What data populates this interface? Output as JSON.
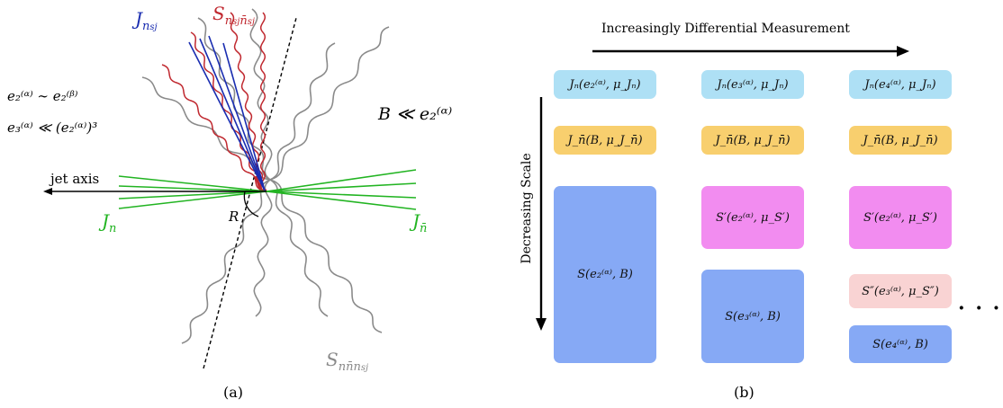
{
  "panel_a": {
    "caption": "(a)",
    "labels": {
      "J_nsj": "J",
      "J_nsj_sub": "n",
      "J_nsj_subsub": "sj",
      "S_soft": "S",
      "S_soft_sub": "n",
      "S_soft_subsub": "sj",
      "S_soft_sub2": "n̄",
      "S_soft_subsub2": "sj",
      "cond1": "e₂⁽ᵅ⁾ ∼ e₂⁽ᵝ⁾",
      "cond2": "e₃⁽ᵅ⁾ ≪ (e₂⁽ᵅ⁾)³",
      "cond_B": "B ≪ e₂⁽ᵅ⁾",
      "jet_axis": "jet axis",
      "J_n": "J",
      "J_n_sub": "n",
      "J_nbar": "J",
      "J_nbar_sub": "n̄",
      "R": "R",
      "S_global": "S",
      "S_global_sub": "nn̄n",
      "S_global_subsub": "sj"
    },
    "colors": {
      "blue": "#1a2db0",
      "red": "#c0282f",
      "green": "#22b422",
      "gray": "#8a8a8a"
    }
  },
  "panel_b": {
    "caption": "(b)",
    "top_arrow_label": "Increasingly Differential Measurement",
    "side_arrow_label": "Decreasing Scale",
    "boxes": {
      "c1_J": "Jₙ(e₂⁽ᵅ⁾, μ_Jₙ)",
      "c2_J": "Jₙ(e₃⁽ᵅ⁾, μ_Jₙ)",
      "c3_J": "Jₙ(e₄⁽ᵅ⁾, μ_Jₙ)",
      "c1_Jbar": "J_n̄(B, μ_J_n̄)",
      "c2_Jbar": "J_n̄(B, μ_J_n̄)",
      "c3_Jbar": "J_n̄(B, μ_J_n̄)",
      "c1_S": "S(e₂⁽ᵅ⁾, B)",
      "c2_Sp": "S′(e₂⁽ᵅ⁾, μ_S′)",
      "c3_Sp": "S′(e₂⁽ᵅ⁾, μ_S′)",
      "c2_S": "S(e₃⁽ᵅ⁾, B)",
      "c3_Spp": "S″(e₃⁽ᵅ⁾, μ_S″)",
      "c3_S": "S(e₄⁽ᵅ⁾, B)",
      "ellipsis": "· · ·"
    },
    "colors": {
      "cyan": "#aee0f5",
      "orange": "#f8cf6e",
      "blue": "#86a9f5",
      "magenta": "#f28cf0",
      "pink": "#f9d3d3"
    }
  }
}
